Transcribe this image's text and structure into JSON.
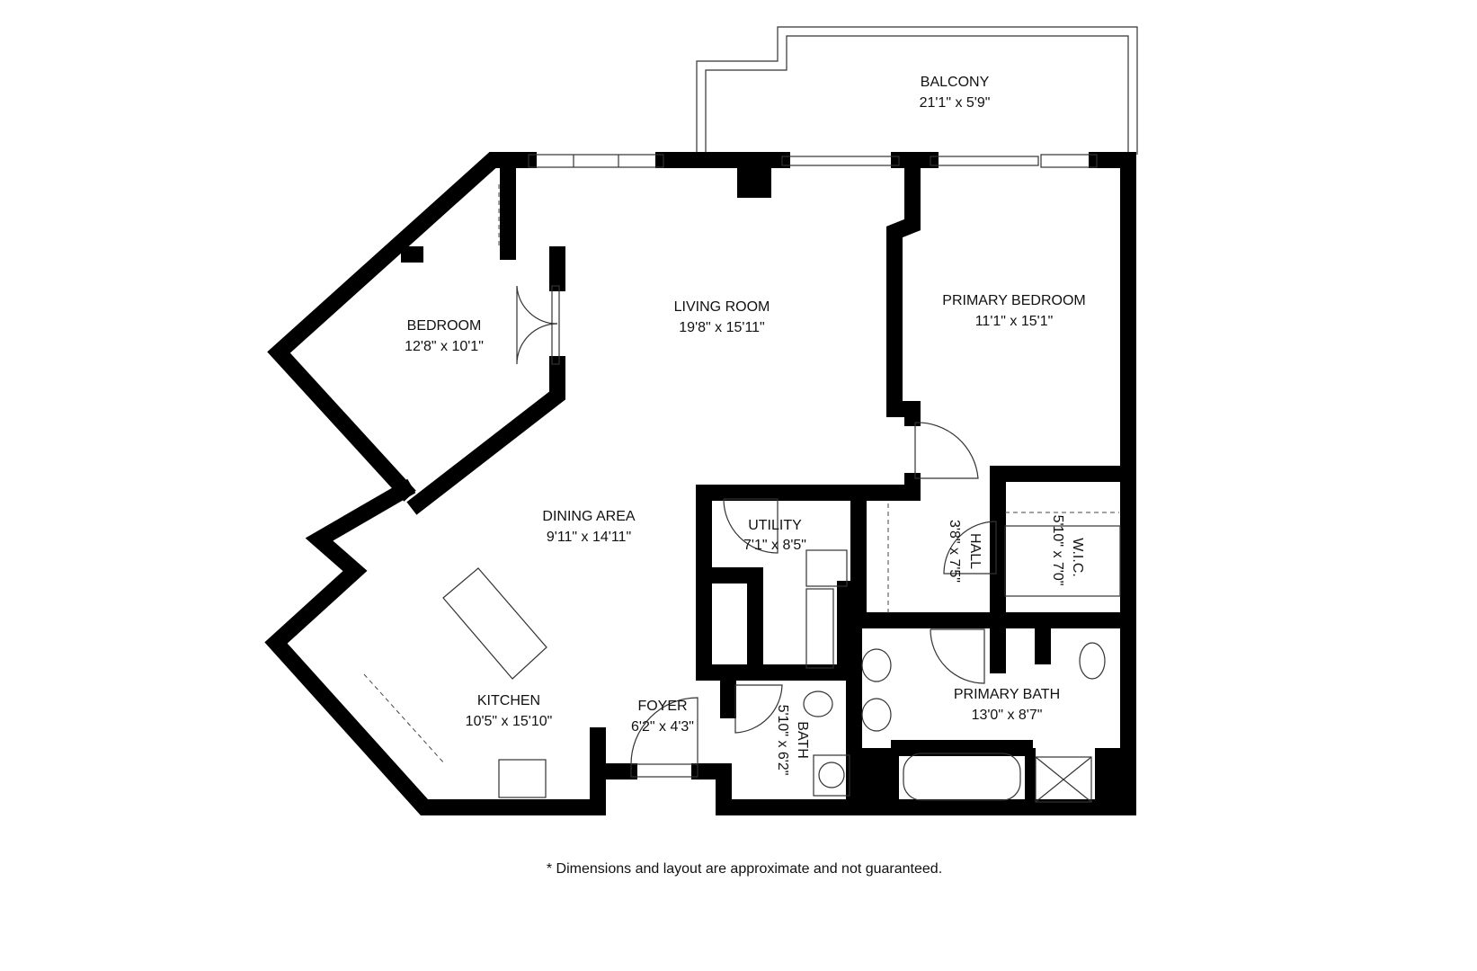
{
  "rooms": {
    "balcony": {
      "name": "BALCONY",
      "size": "21'1\" x 5'9\""
    },
    "living_room": {
      "name": "LIVING ROOM",
      "size": "19'8\" x 15'11\""
    },
    "primary_bedroom": {
      "name": "PRIMARY BEDROOM",
      "size": "11'1\" x 15'1\""
    },
    "bedroom": {
      "name": "BEDROOM",
      "size": "12'8\" x 10'1\""
    },
    "dining_area": {
      "name": "DINING AREA",
      "size": "9'11\" x 14'11\""
    },
    "utility": {
      "name": "UTILITY",
      "size": "7'1\" x 8'5\""
    },
    "hall": {
      "name": "HALL",
      "size": "3'8\" x 7'5\""
    },
    "wic": {
      "name": "W.I.C.",
      "size": "5'10\" x 7'0\""
    },
    "kitchen": {
      "name": "KITCHEN",
      "size": "10'5\" x 15'10\""
    },
    "foyer": {
      "name": "FOYER",
      "size": "6'2\" x 4'3\""
    },
    "bath": {
      "name": "BATH",
      "size": "5'10\" x 6'2\""
    },
    "primary_bath": {
      "name": "PRIMARY BATH",
      "size": "13'0\" x 8'7\""
    }
  },
  "disclaimer": "* Dimensions and layout are approximate and not guaranteed."
}
